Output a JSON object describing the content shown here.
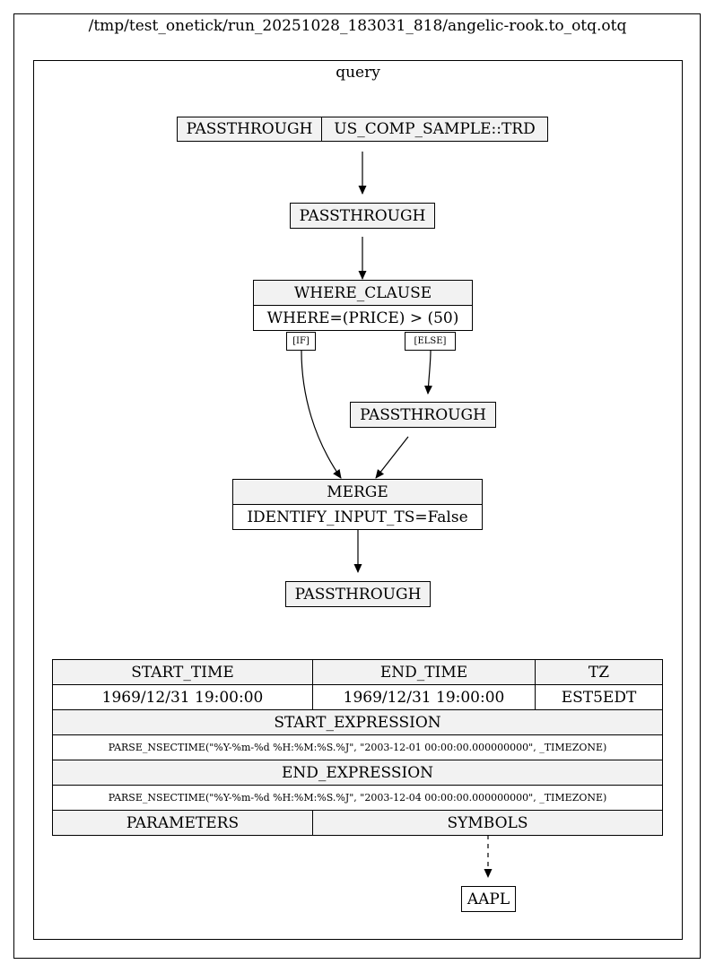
{
  "graph": {
    "file_title": "/tmp/test_onetick/run_20251028_183031_818/angelic-rook.to_otq.otq",
    "query_label": "query",
    "nodes": {
      "source": {
        "op": "PASSTHROUGH",
        "param": "US_COMP_SAMPLE::TRD"
      },
      "pass1": {
        "op": "PASSTHROUGH"
      },
      "where": {
        "op": "WHERE_CLAUSE",
        "param": "WHERE=(PRICE) > (50)"
      },
      "pass_else": {
        "op": "PASSTHROUGH"
      },
      "merge": {
        "op": "MERGE",
        "param": "IDENTIFY_INPUT_TS=False"
      },
      "pass_final": {
        "op": "PASSTHROUGH"
      }
    },
    "edge_labels": {
      "if": "[IF]",
      "else": "[ELSE]"
    }
  },
  "query_info": {
    "headers": {
      "start_time": "START_TIME",
      "end_time": "END_TIME",
      "tz": "TZ"
    },
    "values": {
      "start_time": "1969/12/31 19:00:00",
      "end_time": "1969/12/31 19:00:00",
      "tz": "EST5EDT"
    },
    "start_expression_label": "START_EXPRESSION",
    "start_expression": "PARSE_NSECTIME(\"%Y-%m-%d %H:%M:%S.%J\", \"2003-12-01 00:00:00.000000000\", _TIMEZONE)",
    "end_expression_label": "END_EXPRESSION",
    "end_expression": "PARSE_NSECTIME(\"%Y-%m-%d %H:%M:%S.%J\", \"2003-12-04 00:00:00.000000000\", _TIMEZONE)",
    "parameters_label": "PARAMETERS",
    "symbols_label": "SYMBOLS"
  },
  "symbols": [
    "AAPL"
  ],
  "colors": {
    "node_fill": "#f2f2f2",
    "line": "#000000",
    "background": "#ffffff"
  }
}
